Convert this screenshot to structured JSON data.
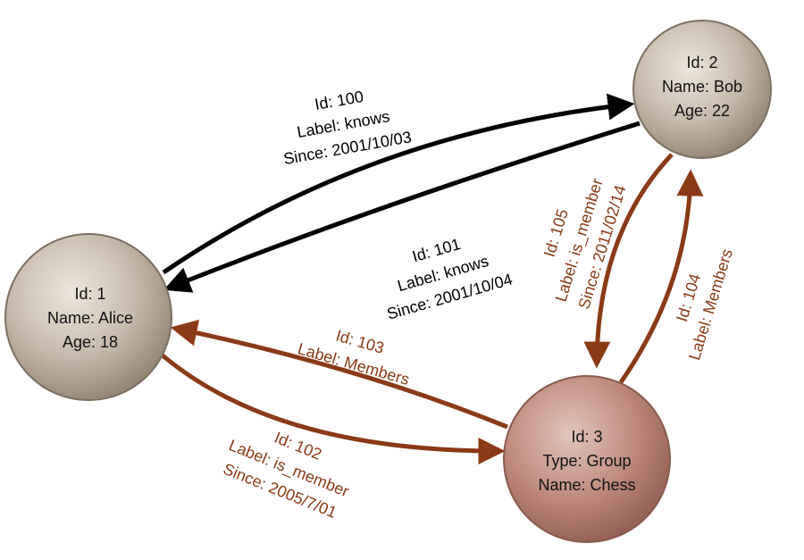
{
  "colors": {
    "person_fill": "#b3a697",
    "group_fill": "#b67e70",
    "knows_edge": "#000000",
    "member_edge": "#8b3a16"
  },
  "nodes": {
    "bob": {
      "id": "Id: 2",
      "name": "Name: Bob",
      "age": "Age: 22"
    },
    "alice": {
      "id": "Id: 1",
      "name": "Name: Alice",
      "age": "Age: 18"
    },
    "chess": {
      "id": "Id: 3",
      "type": "Type: Group",
      "name": "Name: Chess"
    }
  },
  "edges": {
    "e100": {
      "id": "Id: 100",
      "label": "Label: knows",
      "since": "Since: 2001/10/03"
    },
    "e101": {
      "id": "Id: 101",
      "label": "Label: knows",
      "since": "Since: 2001/10/04"
    },
    "e102": {
      "id": "Id: 102",
      "label": "Label: is_member",
      "since": "Since: 2005/7/01"
    },
    "e103": {
      "id": "Id: 103",
      "label": "Label: Members"
    },
    "e104": {
      "id": "Id: 104",
      "label": "Label: Members"
    },
    "e105": {
      "id": "Id: 105",
      "label": "Label: is_member",
      "since": "Since: 2011/02/14"
    }
  }
}
